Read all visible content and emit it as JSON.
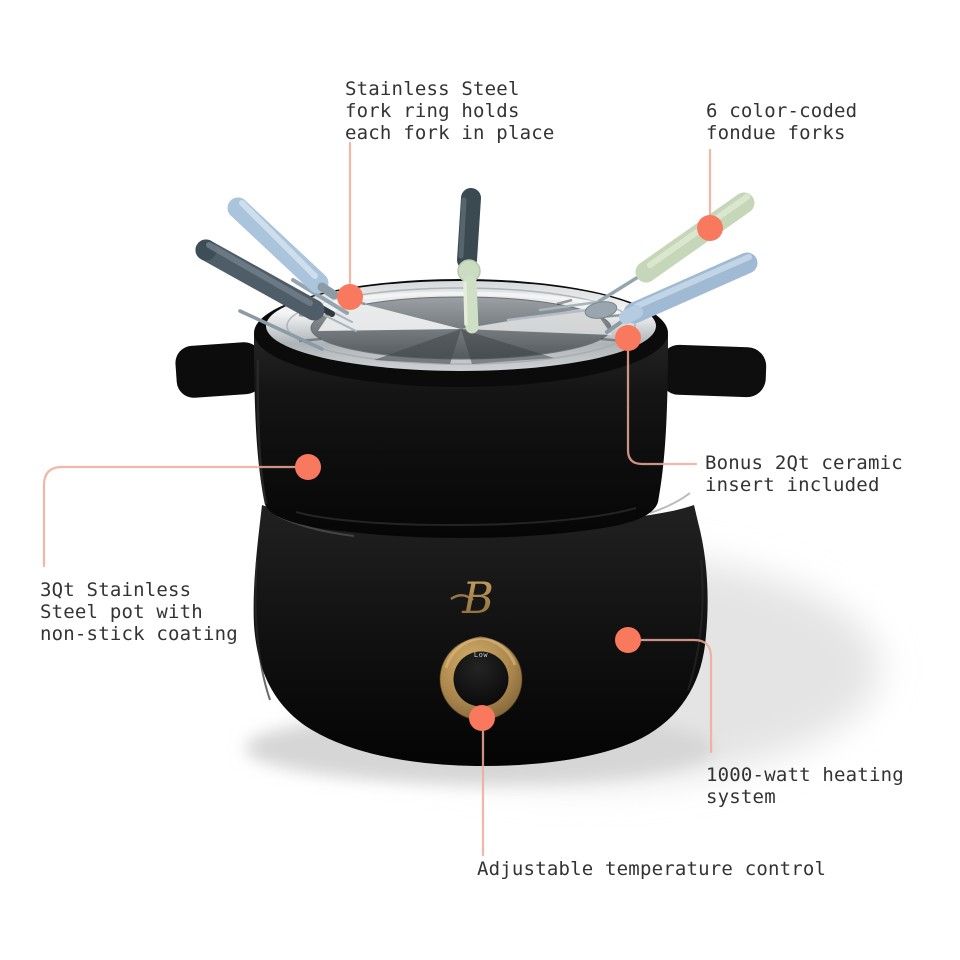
{
  "product": {
    "brand_mark": "B",
    "knob_marking": "Low"
  },
  "callouts": {
    "fork_ring": {
      "lines": [
        "Stainless Steel",
        "fork ring holds",
        "each fork in place"
      ]
    },
    "forks": {
      "lines": [
        "6 color-coded",
        "fondue forks"
      ]
    },
    "ceramic_insert": {
      "lines": [
        "Bonus 2Qt ceramic",
        "insert included"
      ]
    },
    "pot": {
      "lines": [
        "3Qt Stainless",
        "Steel pot with",
        "non-stick coating"
      ]
    },
    "heating": {
      "lines": [
        "1000-watt heating",
        "system"
      ]
    },
    "temperature": {
      "lines": [
        "Adjustable temperature control"
      ]
    }
  },
  "colors": {
    "accent": "#f8795e",
    "leader_line": "#eeab99",
    "gold": "#a5834e",
    "text": "#333333",
    "background": "#ffffff"
  }
}
